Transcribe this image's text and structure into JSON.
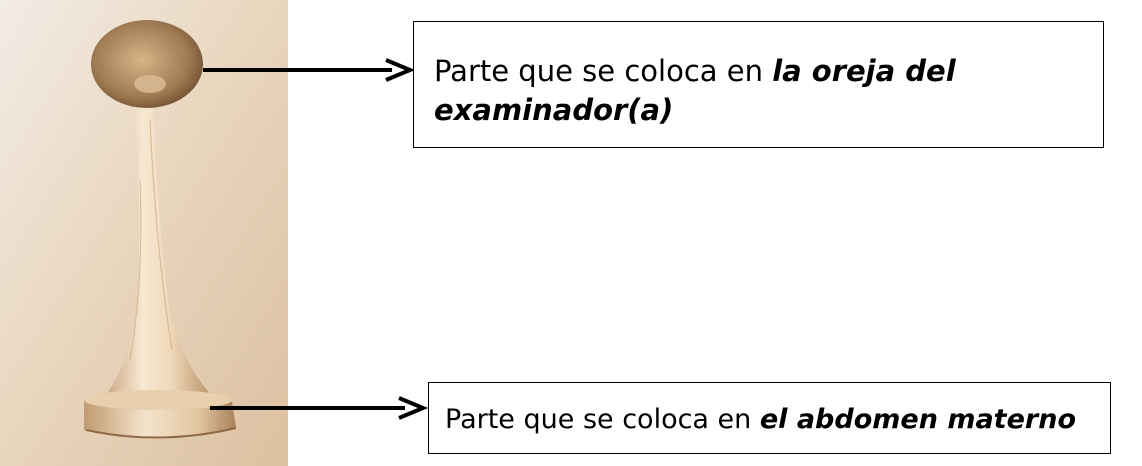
{
  "image": {
    "subject": "pinard-stethoscope"
  },
  "callouts": {
    "top": {
      "prefix": "Parte que se coloca en ",
      "emphasis": "la oreja del examinador(a)"
    },
    "bottom": {
      "prefix": "Parte que se coloca en ",
      "emphasis": "el abdomen materno"
    }
  },
  "colors": {
    "wood": "#e6c9a3",
    "background_wall": "#e8d3b8",
    "arrow": "#000000",
    "box_border": "#000000"
  }
}
